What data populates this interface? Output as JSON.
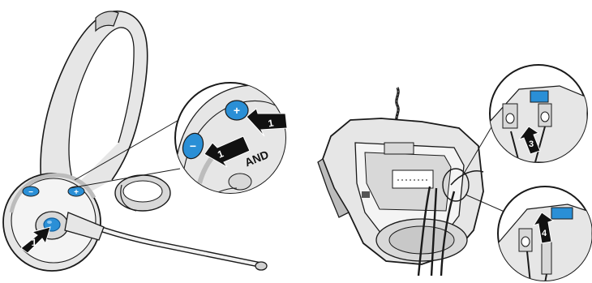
{
  "colors": {
    "outline": "#1a1a1a",
    "body_fill": "#e6e6e6",
    "body_light": "#f4f4f4",
    "shadow": "#bcbcbc",
    "accent_blue": "#2a8fd6",
    "accent_blue_dark": "#0f5e9c",
    "arrow_fill": "#111111",
    "arrow_text": "#ffffff"
  },
  "icons": {
    "minus": "minus-icon",
    "plus": "plus-icon"
  },
  "callouts": {
    "step_power": "1",
    "step_pair_left": "1",
    "step_pair_right": "1",
    "and_label": "AND",
    "step_top_connector": "3",
    "step_bottom_connector": "4",
    "minus_symbol": "−",
    "plus_symbol": "+"
  }
}
